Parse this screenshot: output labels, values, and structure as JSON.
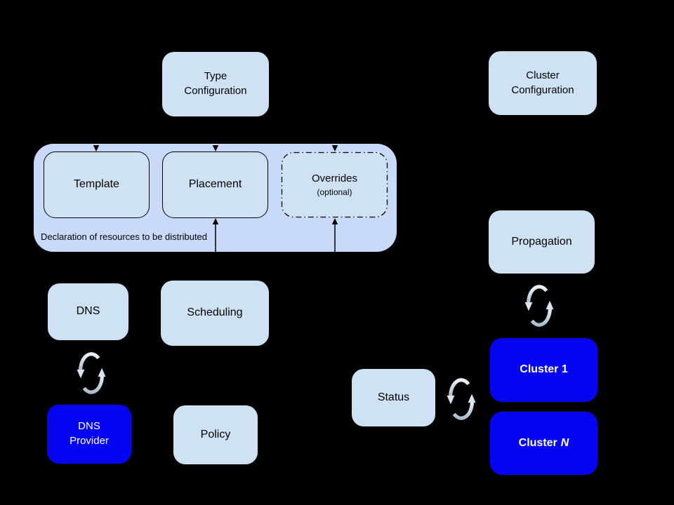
{
  "colors": {
    "background": "#000000",
    "light_box": "#cfe2f3",
    "group_box": "#c9daf8",
    "cluster_box": "#0505f2",
    "box_text": "#000000",
    "cluster_text": "#ffffff",
    "sync_icon_light": "#eaf1f8",
    "sync_icon_dark": "#a7bccd"
  },
  "nodes": {
    "type_configuration": {
      "label": "Type\nConfiguration"
    },
    "cluster_configuration": {
      "label": "Cluster\nConfiguration"
    },
    "template": {
      "label": "Template"
    },
    "placement": {
      "label": "Placement"
    },
    "overrides": {
      "label": "Overrides",
      "sublabel": "(optional)"
    },
    "group_caption": "Declaration of resources to be distributed",
    "dns": {
      "label": "DNS"
    },
    "scheduling": {
      "label": "Scheduling"
    },
    "propagation": {
      "label": "Propagation"
    },
    "dns_provider": {
      "label": "DNS\nProvider"
    },
    "policy": {
      "label": "Policy"
    },
    "status": {
      "label": "Status"
    },
    "cluster_1": {
      "label": "Cluster 1"
    },
    "cluster_n": {
      "prefix": "Cluster",
      "n": "N"
    }
  }
}
